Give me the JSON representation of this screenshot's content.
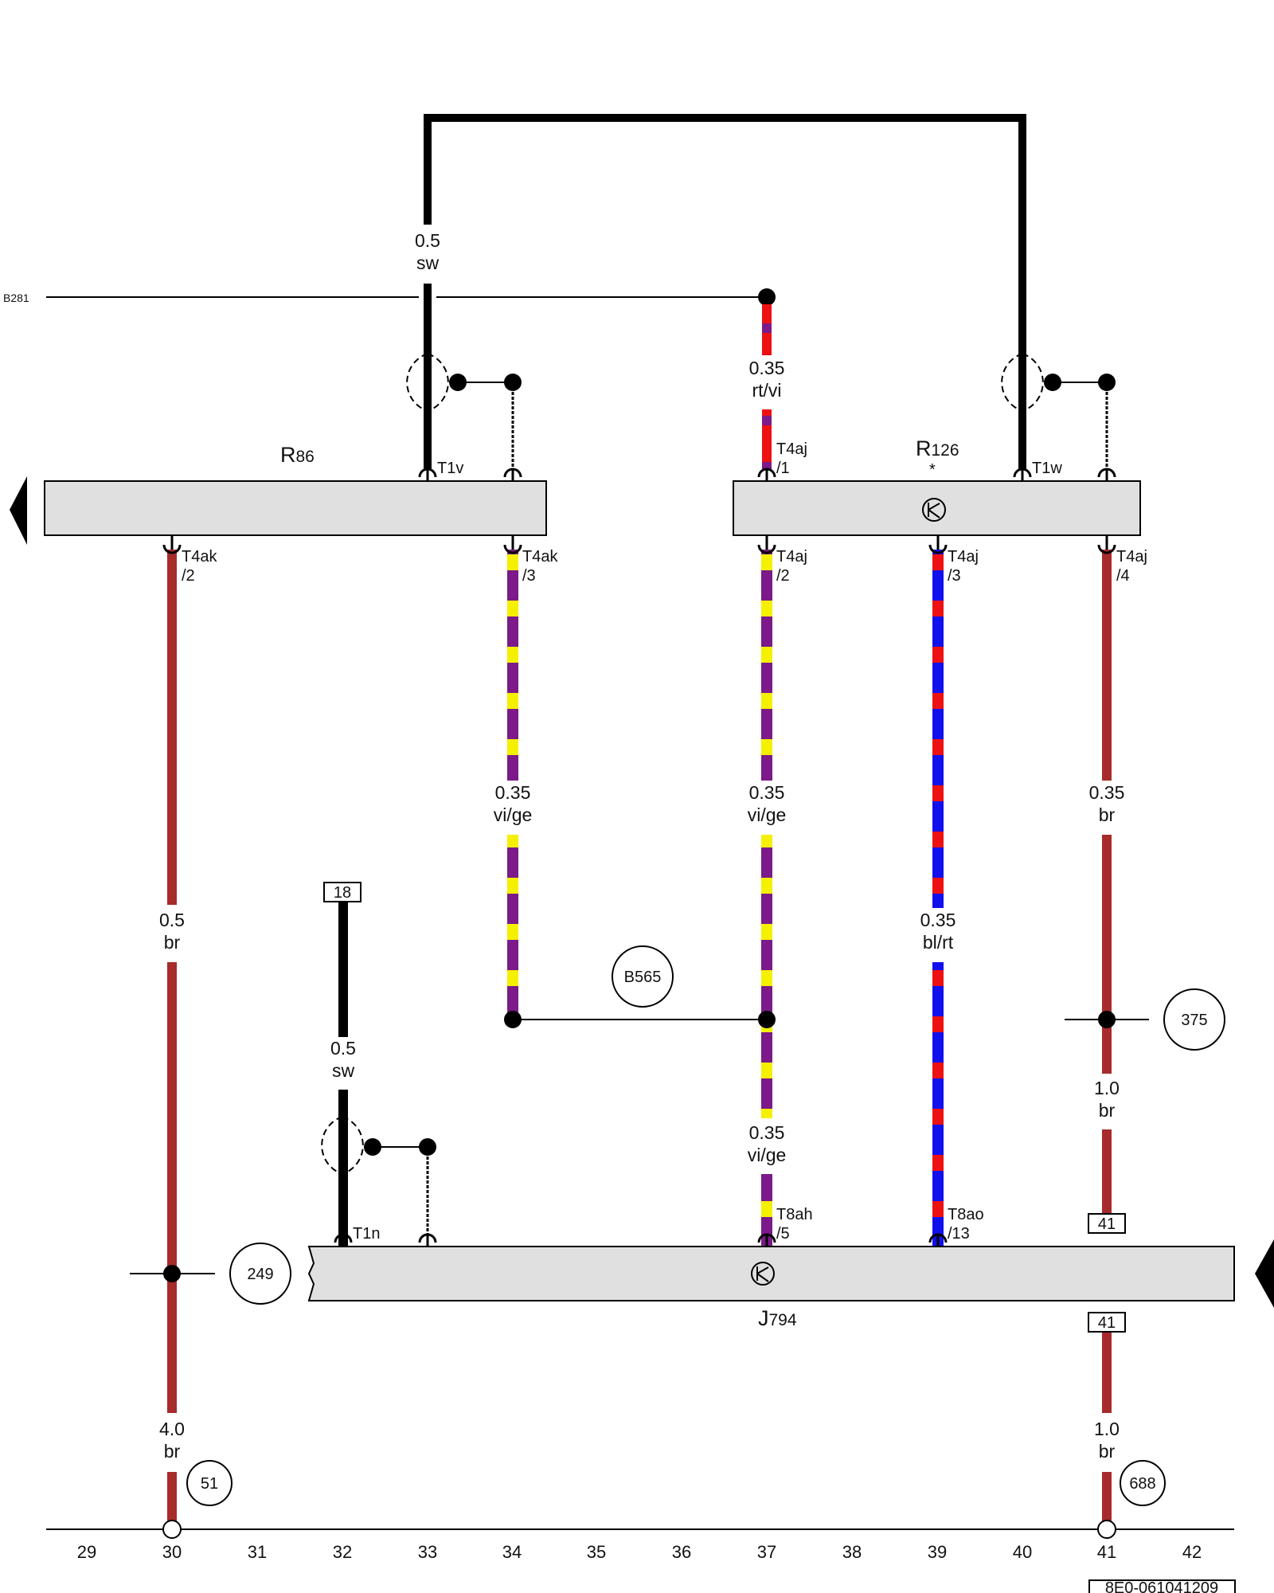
{
  "colors": {
    "sw": "#000000",
    "br": "#a72b2b",
    "vi": "#7b1a88",
    "ge": "#f4f000",
    "rt": "#ee1111",
    "bl": "#1010ee",
    "box": "#e0e0e0"
  },
  "components": {
    "r86": {
      "letter": "R",
      "num": "86"
    },
    "r126": {
      "letter": "R",
      "num": "126",
      "note": "*"
    },
    "j794": {
      "letter": "J",
      "num": "794"
    }
  },
  "bus_labels": {
    "b281": "B281"
  },
  "wires": {
    "top_sw": {
      "size": "0.5",
      "color": "sw"
    },
    "rtvi": {
      "size": "0.35",
      "color": "rt/vi"
    },
    "vige_34": {
      "size": "0.35",
      "color": "vi/ge"
    },
    "vige_37a": {
      "size": "0.35",
      "color": "vi/ge"
    },
    "vige_37b": {
      "size": "0.35",
      "color": "vi/ge"
    },
    "blrt_39": {
      "size": "0.35",
      "color": "bl/rt"
    },
    "br_41a": {
      "size": "0.35",
      "color": "br"
    },
    "br_41b": {
      "size": "1.0",
      "color": "br"
    },
    "br_41c": {
      "size": "1.0",
      "color": "br"
    },
    "br_30a": {
      "size": "0.5",
      "color": "br"
    },
    "br_30b": {
      "size": "4.0",
      "color": "br"
    },
    "sw_32": {
      "size": "0.5",
      "color": "sw"
    }
  },
  "pins": {
    "t1v": "T1v",
    "t1w": "T1w",
    "t1n": "T1n",
    "t4aj_1": {
      "conn": "T4aj",
      "pin": "/1"
    },
    "t4aj_2": {
      "conn": "T4aj",
      "pin": "/2"
    },
    "t4aj_3": {
      "conn": "T4aj",
      "pin": "/3"
    },
    "t4aj_4": {
      "conn": "T4aj",
      "pin": "/4"
    },
    "t4ak_2": {
      "conn": "T4ak",
      "pin": "/2"
    },
    "t4ak_3": {
      "conn": "T4ak",
      "pin": "/3"
    },
    "t8ah_5": {
      "conn": "T8ah",
      "pin": "/5"
    },
    "t8ao_13": {
      "conn": "T8ao",
      "pin": "/13"
    }
  },
  "references": {
    "b565": "B565",
    "c375": "375",
    "c249": "249",
    "c51": "51",
    "c688": "688",
    "box18": "18",
    "box41_top": "41",
    "box41_bottom": "41"
  },
  "columns": [
    "29",
    "30",
    "31",
    "32",
    "33",
    "34",
    "35",
    "36",
    "37",
    "38",
    "39",
    "40",
    "41",
    "42"
  ],
  "diagram_code": "8E0-061041209"
}
